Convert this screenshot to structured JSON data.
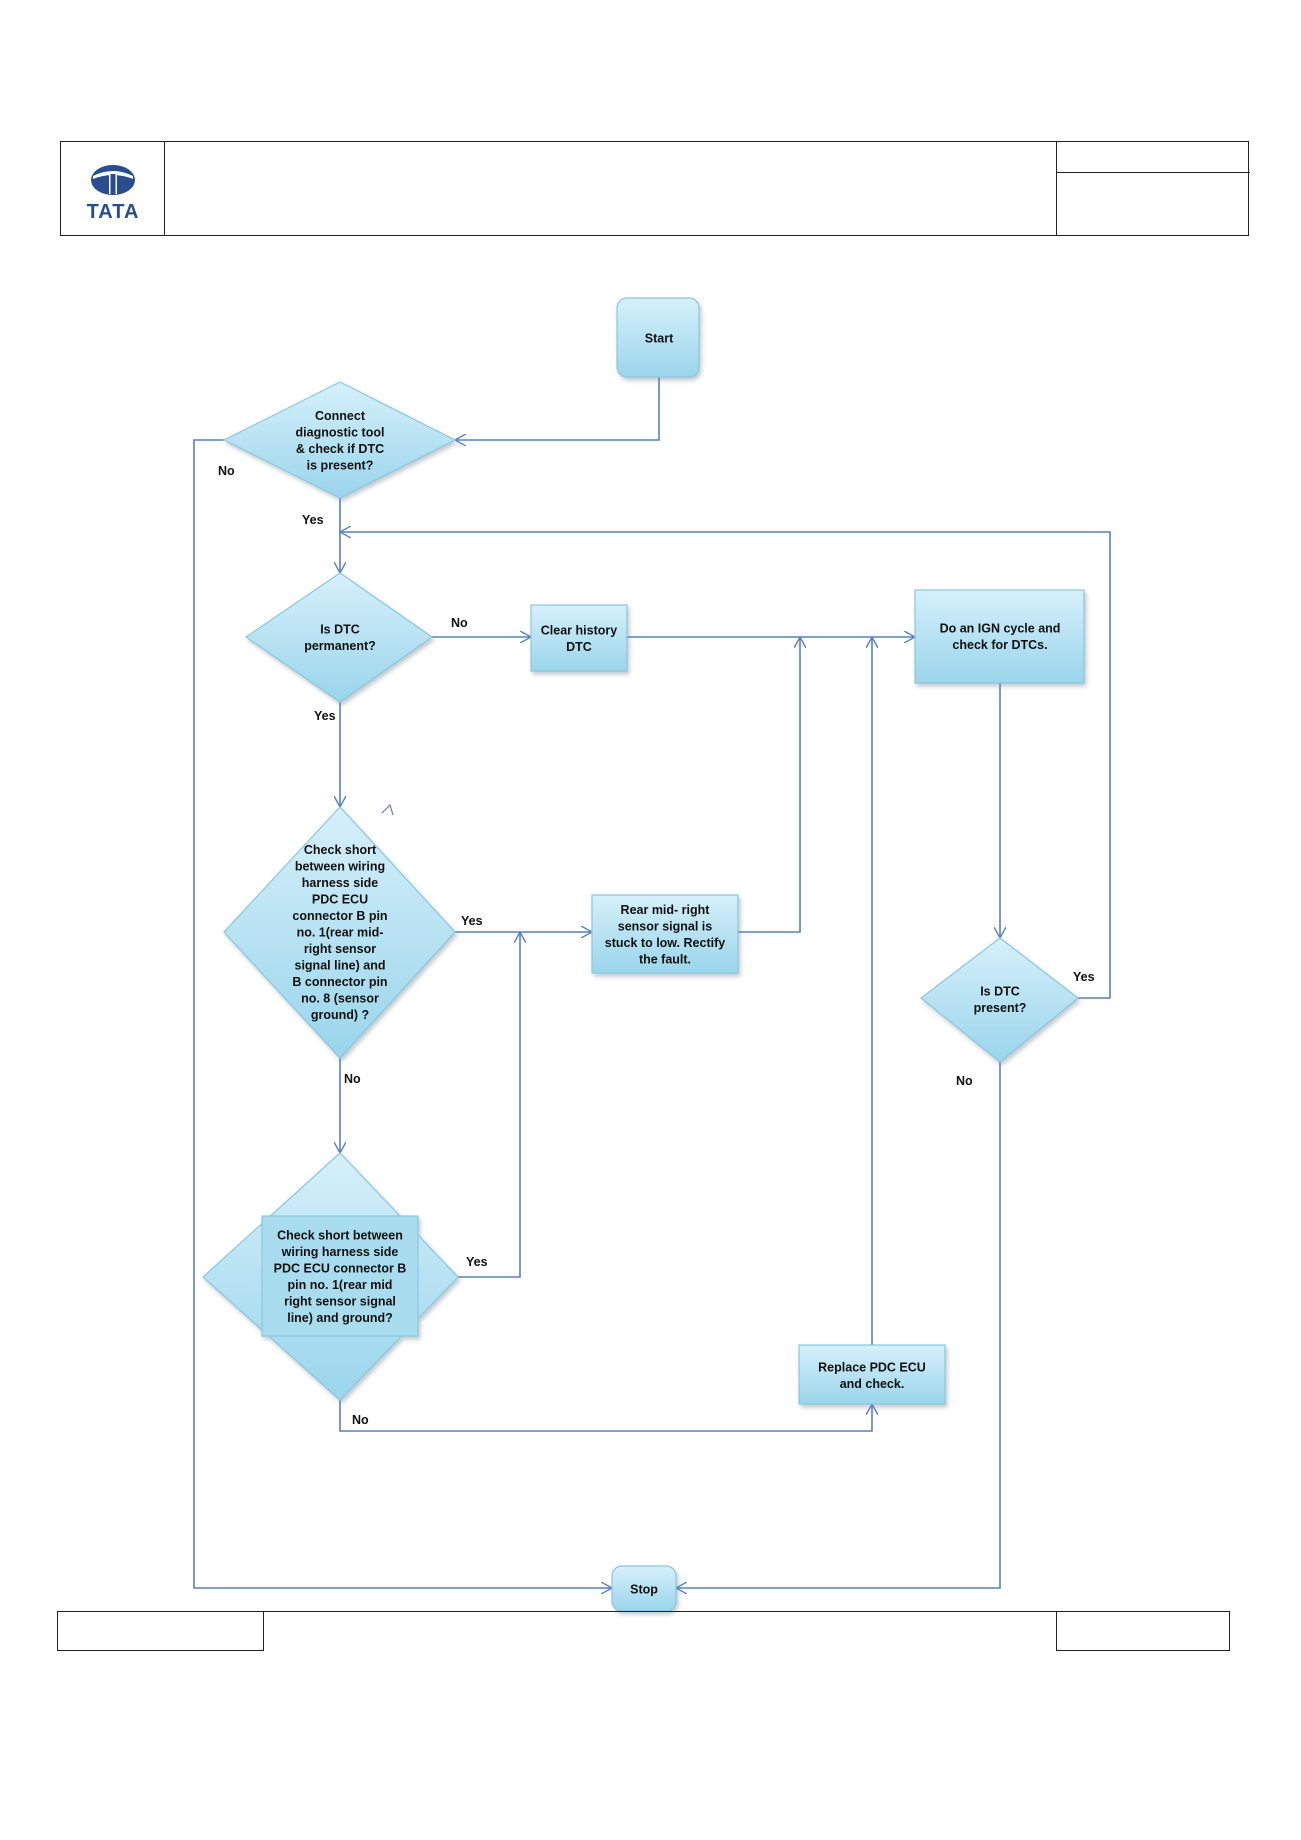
{
  "header": {
    "logo_text": "TATA"
  },
  "colors": {
    "node_fill": "#bfe6f4",
    "node_fill_dark": "#8fd0e8",
    "node_stroke": "#8ac7dd",
    "edge": "#5a7fc0"
  },
  "nodes": {
    "start": {
      "lines": [
        "Start"
      ]
    },
    "connect": {
      "lines": [
        "Connect",
        "diagnostic tool",
        "& check if DTC",
        "is present?"
      ]
    },
    "permanent": {
      "lines": [
        "Is DTC",
        "permanent?"
      ]
    },
    "clear_history": {
      "lines": [
        "Clear history",
        "DTC"
      ]
    },
    "ign_cycle": {
      "lines": [
        "Do an IGN cycle and",
        "check for DTCs."
      ]
    },
    "check_short_b8": {
      "lines": [
        "Check short",
        "between wiring",
        "harness  side",
        "PDC ECU",
        "connector B pin",
        "no. 1(rear mid-",
        "right sensor",
        "signal line) and",
        "B connector pin",
        "no. 8 (sensor",
        "ground) ?"
      ]
    },
    "rear_mid_right": {
      "lines": [
        "Rear mid- right",
        "sensor signal is",
        "stuck to low. Rectify",
        "the fault."
      ]
    },
    "dtc_present": {
      "lines": [
        "Is DTC",
        "present?"
      ]
    },
    "check_short_ground": {
      "lines": [
        "Check short between",
        "wiring harness side",
        "PDC ECU  connector B",
        "pin no. 1(rear mid",
        "right sensor signal",
        "line) and  ground?"
      ]
    },
    "replace_ecu": {
      "lines": [
        "Replace PDC ECU",
        "and check."
      ]
    },
    "stop": {
      "lines": [
        "Stop"
      ]
    }
  },
  "edge_labels": {
    "connect_no": "No",
    "connect_yes": "Yes",
    "permanent_no": "No",
    "permanent_yes": "Yes",
    "b8_yes": "Yes",
    "b8_no": "No",
    "ground_yes": "Yes",
    "ground_no": "No",
    "present_yes": "Yes",
    "present_no": "No"
  }
}
